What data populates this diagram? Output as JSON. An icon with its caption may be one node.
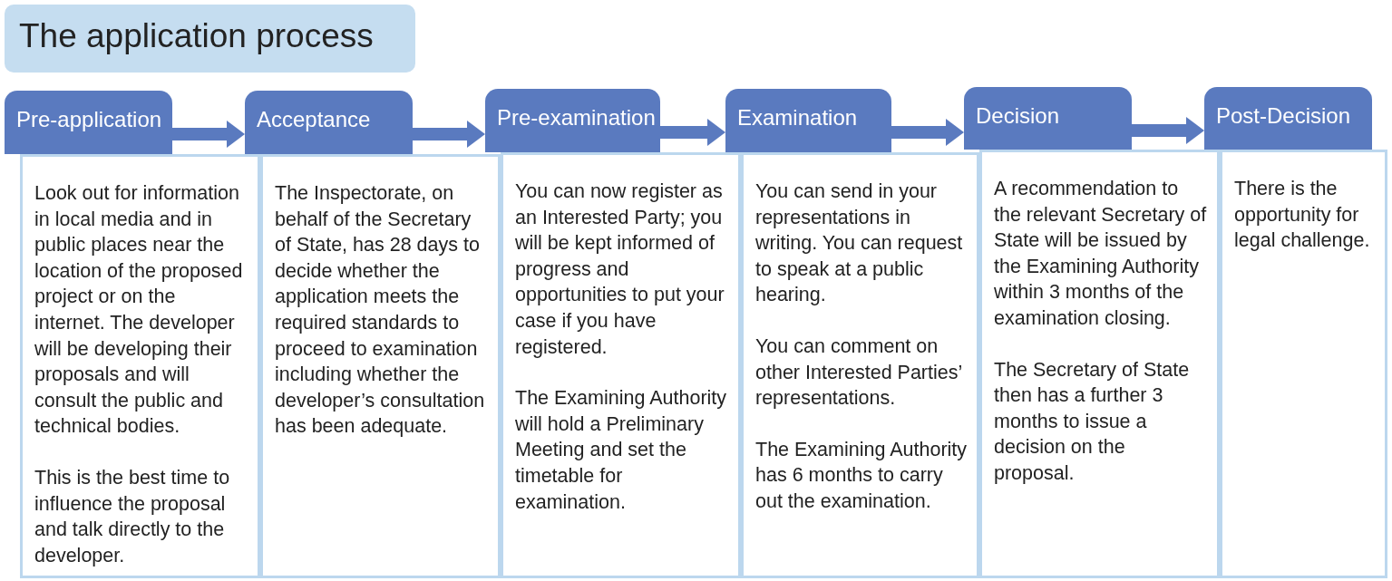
{
  "diagram": {
    "title": "The application process",
    "nodes": [
      {
        "text": [
          "Pre-application"
        ]
      },
      {
        "text": [
          "Look out for information in local media and in public places near the location of the proposed project or on the internet. The developer will be developing their proposals and will consult the public and technical bodies.",
          "This is the best time to influence the proposal and talk directly to the developer."
        ]
      },
      {
        "text": [
          "Acceptance"
        ]
      },
      {
        "text": [
          "The Inspectorate, on behalf of the Secretary of State, has 28 days to decide whether the application meets the required standards to proceed to examination including whether the developer’s consultation has been adequate."
        ]
      },
      {
        "text": [
          "Pre-examination"
        ]
      },
      {
        "text": [
          "You can now register as an Interested Party; you will be kept informed of progress and opportunities to put your case if you have registered.",
          "The Examining Authority will hold a Preliminary Meeting and set the timetable for examination."
        ]
      },
      {
        "text": [
          "Examination"
        ]
      },
      {
        "text": [
          "You can send in your representations in writing. You can request to speak at a public hearing.",
          "You can comment on other Interested Parties’ representations.",
          "The Examining Authority has 6 months to carry out the examination."
        ]
      },
      {
        "text": [
          "Decision"
        ]
      },
      {
        "text": [
          "A recommendation to the relevant Secretary of State will be issued by the Examining Authority within 3 months of the examination closing.",
          "The Secretary of State then has a further 3 months to issue a decision on the proposal."
        ]
      },
      {
        "text": [
          "Post-Decision"
        ]
      },
      {
        "text": [
          "There is the opportunity for legal challenge."
        ]
      }
    ],
    "edges": [
      {
        "from": 0,
        "to": 2,
        "arrow": "to"
      },
      {
        "from": 2,
        "to": 4,
        "arrow": "to"
      },
      {
        "from": 4,
        "to": 6,
        "arrow": "to"
      },
      {
        "from": 6,
        "to": 8,
        "arrow": "to"
      },
      {
        "from": 8,
        "to": 10,
        "arrow": "to"
      }
    ]
  }
}
